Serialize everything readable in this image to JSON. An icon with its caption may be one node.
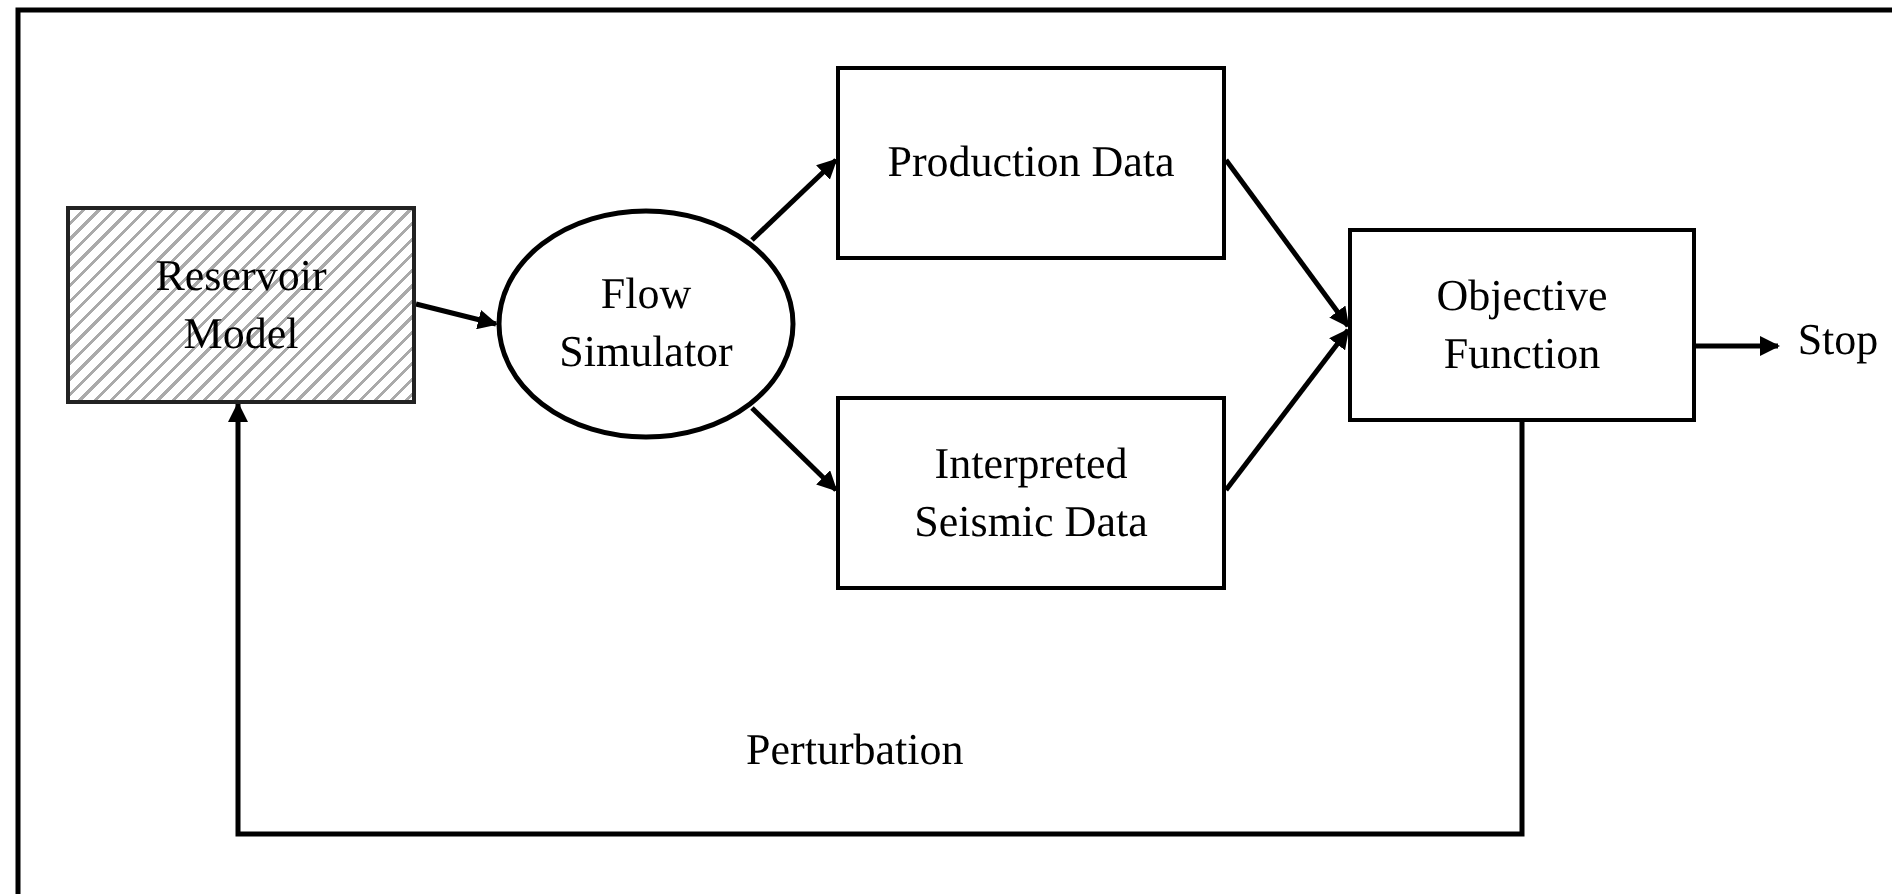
{
  "diagram": {
    "nodes": [
      {
        "text": [
          "Reservoir Model"
        ]
      },
      {
        "text": [
          "Flow Simulator"
        ]
      },
      {
        "text": [
          "Production Data"
        ]
      },
      {
        "text": [
          "Interpreted Seismic Data"
        ]
      },
      {
        "text": [
          "Objective Function"
        ]
      },
      {
        "text": [
          "Stop"
        ]
      }
    ],
    "edges": [
      {
        "from": 0,
        "to": 1,
        "arrow": "to"
      },
      {
        "from": 1,
        "to": 2,
        "arrow": "to"
      },
      {
        "from": 1,
        "to": 3,
        "arrow": "to"
      },
      {
        "from": 2,
        "to": 4,
        "arrow": "to"
      },
      {
        "from": 3,
        "to": 4,
        "arrow": "to"
      },
      {
        "from": 4,
        "to": 5,
        "arrow": "to"
      },
      {
        "from": 4,
        "to": 0,
        "arrow": "to",
        "label": "Perturbation"
      }
    ]
  }
}
